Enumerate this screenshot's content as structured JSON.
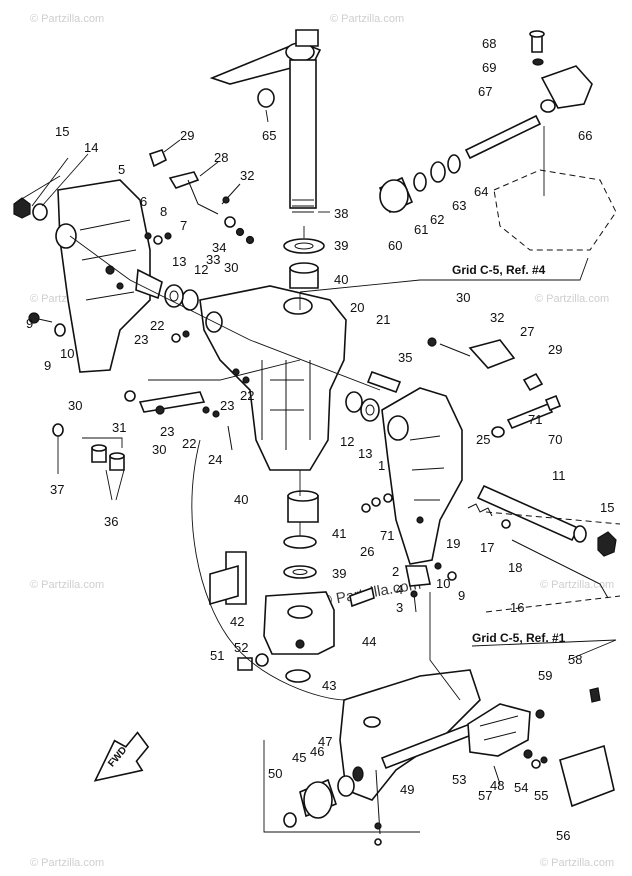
{
  "watermark": "© Partzilla.com",
  "watermark_center": "© Partzilla.com",
  "direction_label": "FWD",
  "references": {
    "ref_c5_4": "Grid C-5, Ref. #4",
    "ref_c5_1": "Grid C-5, Ref. #1"
  },
  "callouts": [
    "1",
    "2",
    "3",
    "4",
    "5",
    "6",
    "7",
    "8",
    "9",
    "9",
    "9",
    "10",
    "10",
    "10",
    "11",
    "12",
    "12",
    "13",
    "13",
    "14",
    "15",
    "15",
    "16",
    "17",
    "18",
    "19",
    "20",
    "21",
    "22",
    "22",
    "22",
    "23",
    "23",
    "23",
    "24",
    "25",
    "26",
    "27",
    "28",
    "29",
    "29",
    "30",
    "30",
    "30",
    "30",
    "31",
    "32",
    "32",
    "33",
    "34",
    "35",
    "36",
    "37",
    "38",
    "39",
    "39",
    "40",
    "40",
    "41",
    "42",
    "43",
    "44",
    "45",
    "46",
    "47",
    "48",
    "49",
    "50",
    "51",
    "52",
    "53",
    "54",
    "55",
    "56",
    "57",
    "58",
    "59",
    "60",
    "61",
    "62",
    "63",
    "64",
    "65",
    "66",
    "67",
    "68",
    "69",
    "70",
    "71",
    "71"
  ]
}
